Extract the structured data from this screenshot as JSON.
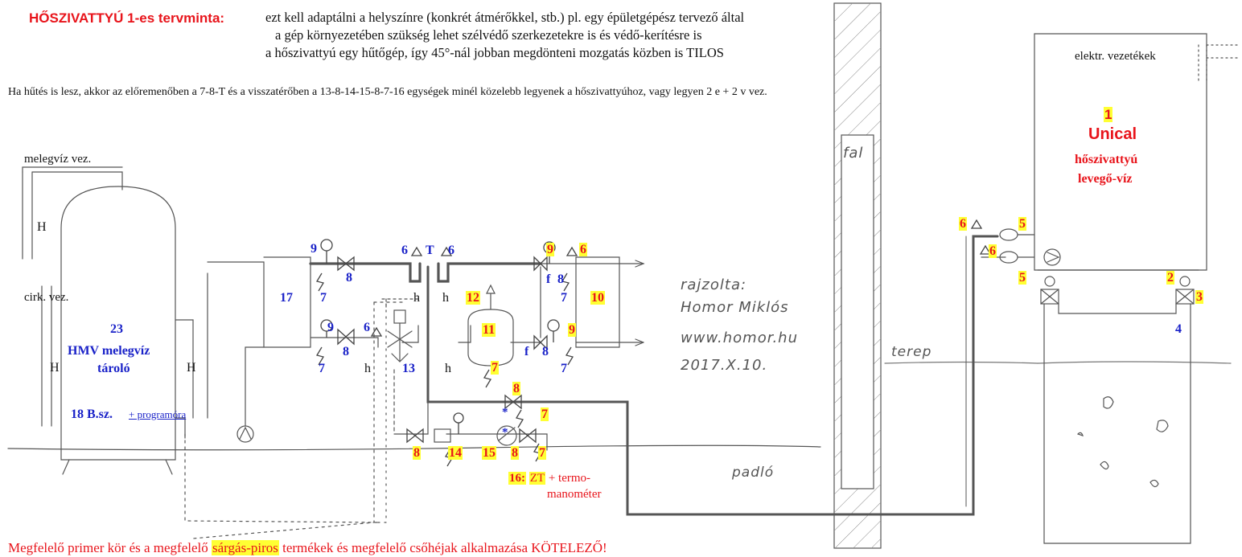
{
  "header": {
    "title": "HŐSZIVATTYÚ 1-es tervminta:",
    "line1": "ezt kell adaptálni a helyszínre (konkrét átmérőkkel, stb.) pl. egy épületgépész tervező által",
    "line2": "a gép környezetében szükség lehet szélvédő szerkezetekre is és védő-kerítésre is",
    "line3": "a hőszivattyú egy hűtőgép, így 45°-nál jobban megdönteni mozgatás közben is TILOS",
    "cooling_note": "Ha hűtés is lesz, akkor az előremenőben a 7-8-T és a visszatérőben a 13-8-14-15-8-7-16 egységek minél közelebb legyenek a hőszivattyúhoz, vagy legyen 2 e + 2 v vez."
  },
  "labels": {
    "melegviz_vez": "melegvíz vez.",
    "cirk_vez": "cirk. vez.",
    "elektr": "elektr. vezetékek",
    "H": "H",
    "h": "h",
    "T": "T",
    "f": "f",
    "fal": "fal",
    "terep": "terep",
    "padlo": "padló"
  },
  "tank": {
    "num": "23",
    "name1": "HMV melegvíz",
    "name2": "tároló",
    "sensor": "18 B.sz.",
    "timer": "+ programóra"
  },
  "unit": {
    "num": "1",
    "brand": "Unical",
    "type1": "hőszivattyú",
    "type2": "levegő-víz"
  },
  "signature": {
    "line1": "rajzolta:",
    "line2": "Homor Miklós",
    "line3": "www.homor.hu",
    "line4": "2017.X.10."
  },
  "numbers": {
    "n2": "2",
    "n3": "3",
    "n4": "4",
    "n5": "5",
    "n6": "6",
    "n7": "7",
    "n8": "8",
    "n9": "9",
    "n10": "10",
    "n11": "11",
    "n12": "12",
    "n13": "13",
    "n14": "14",
    "n15": "15",
    "n16": "16:",
    "n17": "17"
  },
  "zt": {
    "zt": "ZT",
    "plus": "+ termo-",
    "mano": "manométer"
  },
  "footer": {
    "pre": "Megfelelő primer kör és a megfelelő",
    "highlight": "sárgás-piros",
    "post": "termékek és megfelelő csőhéjak alkalmazása KÖTELEZŐ!"
  },
  "colors": {
    "red": "#e8141b",
    "blue": "#1a22c8",
    "highlight": "#ffff33",
    "pencil": "#555555"
  },
  "icons": [
    "pump-icon",
    "valve-icon",
    "pressure-gauge-icon",
    "air-vent-icon",
    "drain-icon",
    "three-way-valve-icon",
    "expansion-tank-icon"
  ]
}
